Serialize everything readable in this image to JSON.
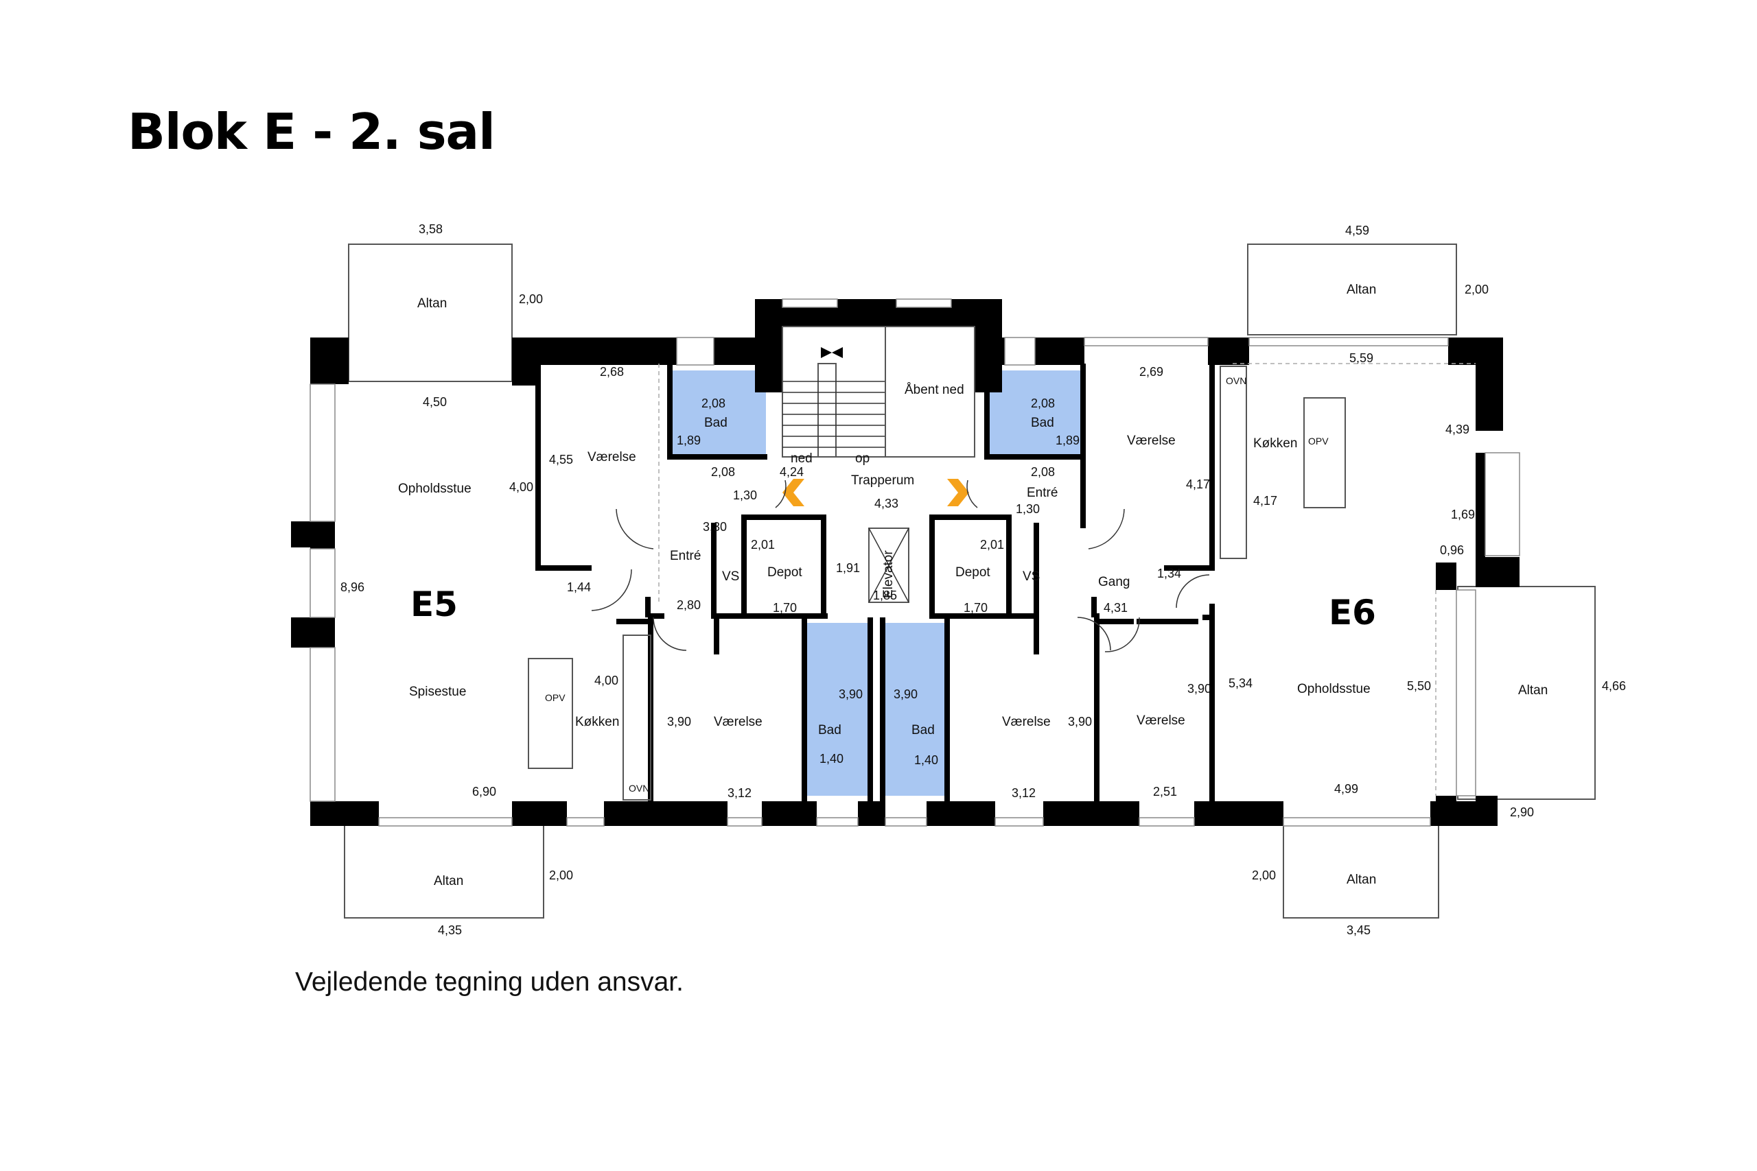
{
  "title": "Blok E - 2. sal",
  "disclaimer": "Vejledende tegning uden ansvar.",
  "units": {
    "e5": "E5",
    "e6": "E6"
  },
  "rooms": {
    "e5_altan_top": "Altan",
    "e5_altan_bottom": "Altan",
    "e5_opholdsstue": "Opholdsstue",
    "e5_spisestue": "Spisestue",
    "e5_koekken": "Køkken",
    "e5_vaerelse_top": "Værelse",
    "e5_vaerelse_bottom": "Værelse",
    "e5_entre": "Entré",
    "e5_bad_top": "Bad",
    "e5_bad_bottom": "Bad",
    "e5_depot": "Depot",
    "e5_vs": "VS",
    "trapperum": "Trapperum",
    "aabent_ned": "Åbent ned",
    "elevator": "Elevator",
    "ned": "ned",
    "op": "op",
    "e6_altan_top": "Altan",
    "e6_altan_right": "Altan",
    "e6_altan_bottom": "Altan",
    "e6_opholdsstue": "Opholdsstue",
    "e6_koekken": "Køkken",
    "e6_vaerelse_top": "Værelse",
    "e6_vaerelse_mid": "Værelse",
    "e6_vaerelse_right": "Værelse",
    "e6_entre": "Entré",
    "e6_gang": "Gang",
    "e6_bad_top": "Bad",
    "e6_bad_bottom": "Bad",
    "e6_depot": "Depot",
    "e6_vs": "VS"
  },
  "appliances": {
    "ovn_left": "OVN",
    "opv_left": "OPV",
    "ovn_right": "OVN",
    "opv_right": "OPV"
  },
  "dimensions": {
    "d358": "3,58",
    "d200a": "2,00",
    "d450": "4,50",
    "d268": "2,68",
    "d455": "4,55",
    "d400a": "4,00",
    "d896": "8,96",
    "d144": "1,44",
    "d400b": "4,00",
    "d690": "6,90",
    "d200b": "2,00",
    "d435": "4,35",
    "d208a": "2,08",
    "d189a": "1,89",
    "d208b": "2,08",
    "d130a": "1,30",
    "d330": "3,30",
    "d280": "2,80",
    "d201a": "2,01",
    "d170a": "1,70",
    "d424": "4,24",
    "d433": "4,33",
    "d191": "1,91",
    "d185": "1,85",
    "d390a": "3,90",
    "d312a": "3,12",
    "d390b": "3,90",
    "d140a": "1,40",
    "d390c": "3,90",
    "d140b": "1,40",
    "d208c": "2,08",
    "d189b": "1,89",
    "d208d": "2,08",
    "d130b": "1,30",
    "d201b": "2,01",
    "d170b": "1,70",
    "d269": "2,69",
    "d417a": "4,17",
    "d134": "1,34",
    "d431": "4,31",
    "d312b": "3,12",
    "d390d": "3,90",
    "d390e": "3,90",
    "d251": "2,51",
    "d459": "4,59",
    "d200c": "2,00",
    "d559": "5,59",
    "d439": "4,39",
    "d417b": "4,17",
    "d169": "1,69",
    "d096": "0,96",
    "d534": "5,34",
    "d550": "5,50",
    "d466": "4,66",
    "d499": "4,99",
    "d290": "2,90",
    "d200d": "2,00",
    "d345": "3,45"
  },
  "colors": {
    "bathroom": "#a9c7f2",
    "stair_arrow": "#f5a21b",
    "wall": "#000000"
  }
}
